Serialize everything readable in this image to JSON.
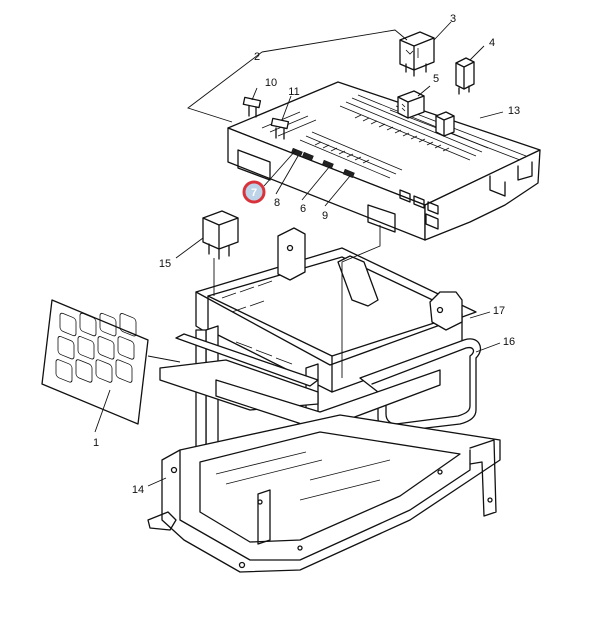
{
  "diagram": {
    "highlight_color": "#d8333b",
    "highlight_fill": "#bcd3e8",
    "callouts": {
      "c1": "1",
      "c2": "2",
      "c3": "3",
      "c4": "4",
      "c5": "5",
      "c6": "6",
      "c7": "7",
      "c8": "8",
      "c9": "9",
      "c10": "10",
      "c11": "11",
      "c13": "13",
      "c14": "14",
      "c15": "15",
      "c16": "16",
      "c17": "17"
    },
    "highlighted_callout": "7"
  }
}
